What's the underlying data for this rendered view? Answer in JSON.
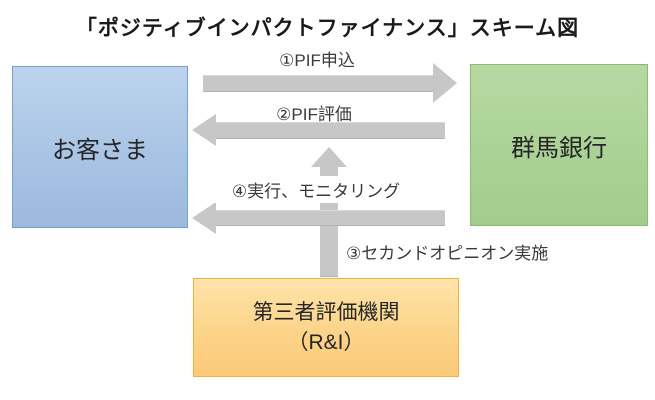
{
  "title": "「ポジティブインパクトファイナンス」スキーム図",
  "nodes": {
    "customer": {
      "label": "お客さま"
    },
    "bank": {
      "label": "群馬銀行"
    },
    "evaluator": {
      "line1": "第三者評価機関",
      "line2": "（R&I）"
    }
  },
  "flows": {
    "step1": "①PIF申込",
    "step2": "②PIF評価",
    "step3": "③セカンドオピニオン実施",
    "step4": "④実行、モニタリング"
  },
  "colors": {
    "customer_fill": "#a9c4e4",
    "customer_border": "#7ba0cf",
    "bank_fill": "#abd296",
    "bank_border": "#8bbd6b",
    "evaluator_fill": "#fcd489",
    "evaluator_border": "#f2b13c",
    "arrow": "#c7c7c7",
    "text": "#262626"
  }
}
